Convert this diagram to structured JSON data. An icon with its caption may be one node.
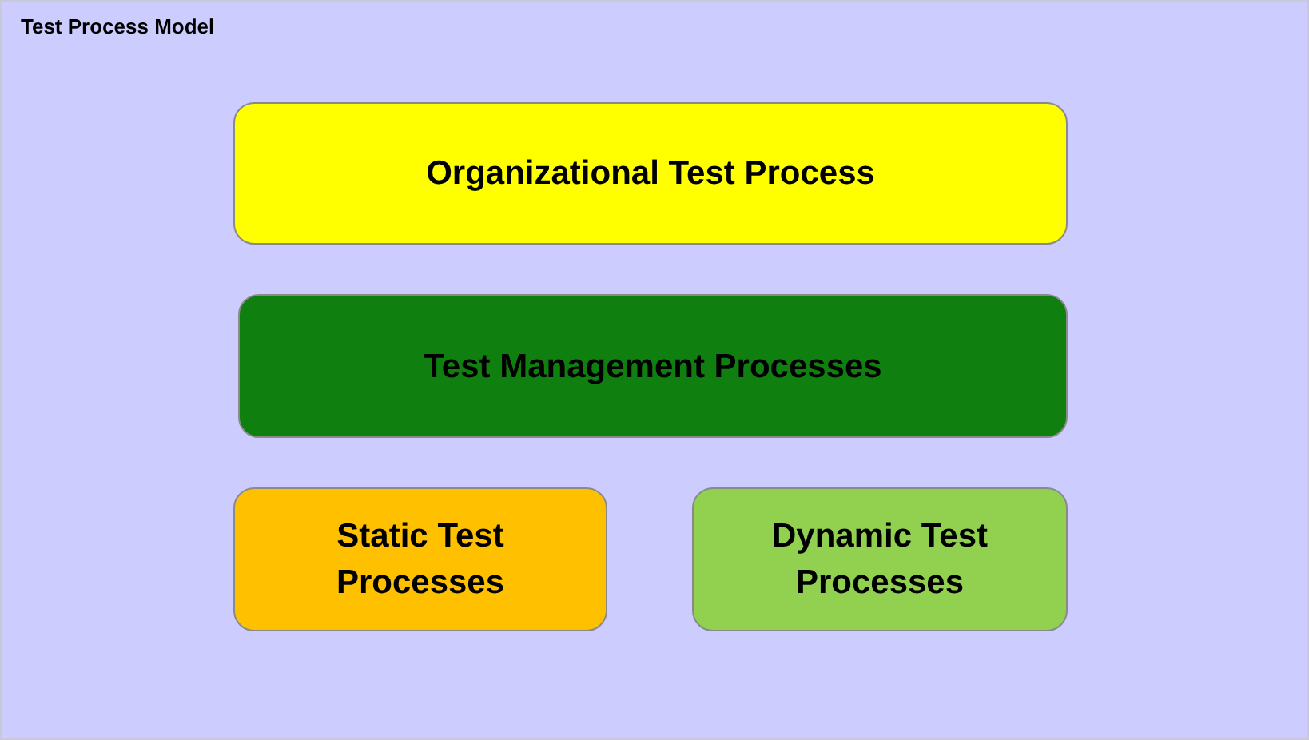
{
  "diagram": {
    "title": "Test Process Model",
    "nodes": [
      {
        "text": [
          "Organizational Test Process"
        ]
      },
      {
        "text": [
          "Test Management Processes"
        ]
      },
      {
        "text": [
          "Static Test Processes"
        ]
      },
      {
        "text": [
          "Dynamic Test Processes"
        ]
      }
    ]
  }
}
